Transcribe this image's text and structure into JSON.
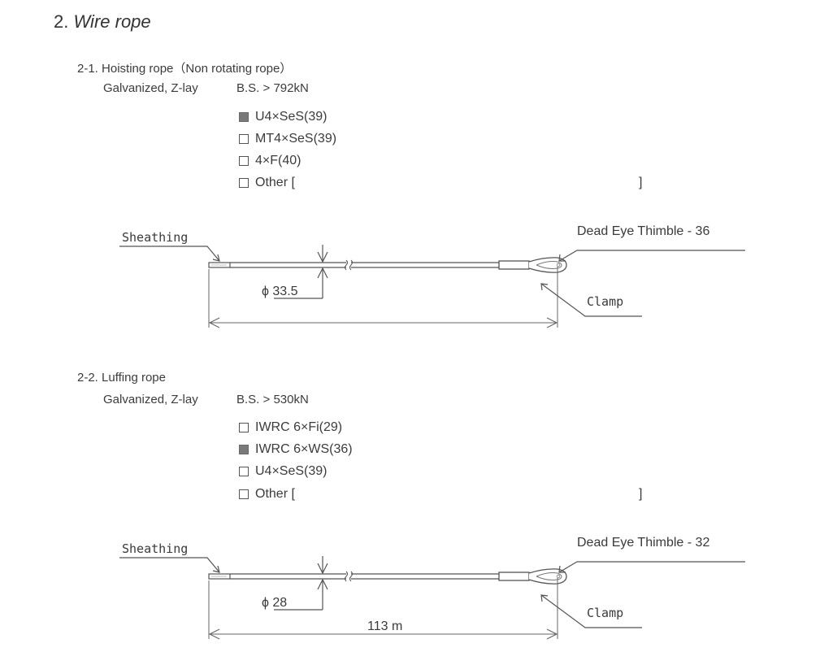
{
  "heading": {
    "number": "2.",
    "title": "Wire rope"
  },
  "sections": [
    {
      "title": "2-1. Hoisting rope（Non rotating rope）",
      "spec": "Galvanized, Z-lay",
      "breaking_strength": "B.S. > 792kN",
      "options": [
        {
          "label": "U4×SeS(39)",
          "checked": true
        },
        {
          "label": "MT4×SeS(39)",
          "checked": false
        },
        {
          "label": "4×F(40)",
          "checked": false
        },
        {
          "label": "Other [",
          "checked": false
        }
      ],
      "other_close": "]",
      "drawing": {
        "sheathing_label": "Sheathing",
        "diameter_label": "ϕ 33.5",
        "thimble_label": "Dead Eye Thimble - 36",
        "clamp_label": "Clamp",
        "length_label": ""
      }
    },
    {
      "title": "2-2. Luffing rope",
      "spec": "Galvanized, Z-lay",
      "breaking_strength": "B.S. > 530kN",
      "options": [
        {
          "label": "IWRC 6×Fi(29)",
          "checked": false
        },
        {
          "label": "IWRC 6×WS(36)",
          "checked": true
        },
        {
          "label": "U4×SeS(39)",
          "checked": false
        },
        {
          "label": "Other [",
          "checked": false
        }
      ],
      "other_close": "]",
      "drawing": {
        "sheathing_label": "Sheathing",
        "diameter_label": "ϕ 28",
        "thimble_label": "Dead Eye Thimble - 32",
        "clamp_label": "Clamp",
        "length_label": "113 m"
      }
    }
  ]
}
